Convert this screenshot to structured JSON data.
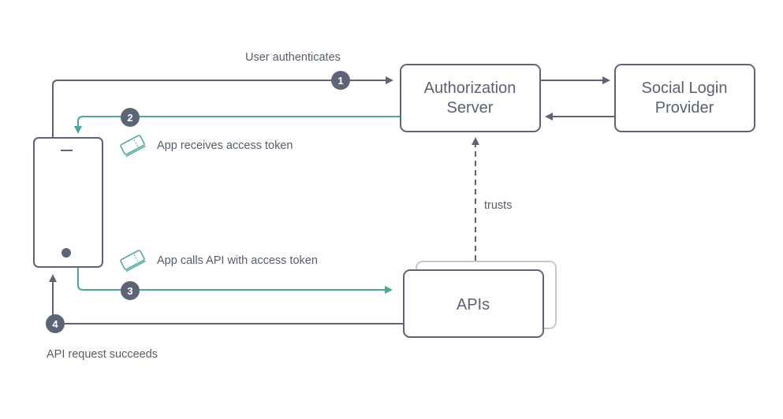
{
  "nodes": {
    "auth_server": {
      "line1": "Authorization",
      "line2": "Server"
    },
    "social_provider": {
      "line1": "Social Login",
      "line2": "Provider"
    },
    "apis": {
      "label": "APIs"
    }
  },
  "steps": [
    {
      "number": "1",
      "label": "User authenticates"
    },
    {
      "number": "2",
      "label": "App receives access token"
    },
    {
      "number": "3",
      "label": "App calls API with access token"
    },
    {
      "number": "4",
      "label": "API request succeeds"
    }
  ],
  "trust_label": "trusts",
  "colors": {
    "dark": "#5d6476",
    "teal": "#4ba79a",
    "light_border": "#c4c8d0",
    "text": "#555d6c"
  },
  "icons": {
    "phone": "mobile-phone-icon",
    "token": "access-token-ticket-icon"
  }
}
